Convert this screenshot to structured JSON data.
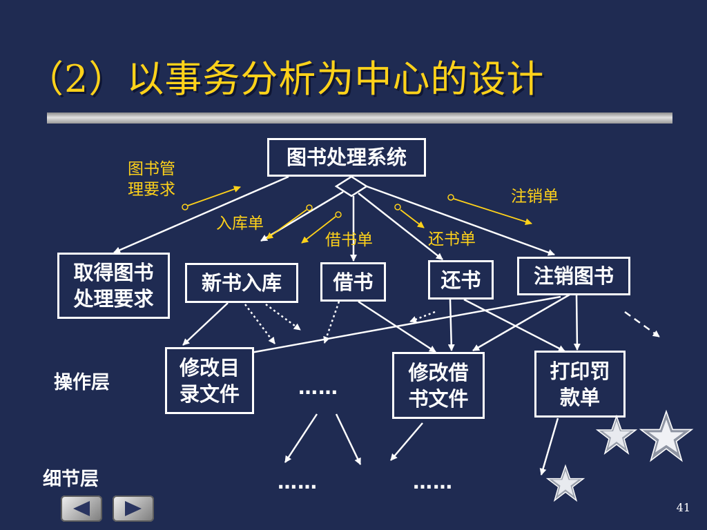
{
  "slide": {
    "title": "（2）以事务分析为中心的设计",
    "page_number": "41"
  },
  "nodes": {
    "root": "图书处理系统",
    "get_req": [
      "取得图书",
      "处理要求"
    ],
    "new_book": "新书入库",
    "borrow": "借书",
    "return": "还书",
    "cancel": "注销图书",
    "modify_catalog": [
      "修改目",
      "录文件"
    ],
    "modify_borrow": [
      "修改借",
      "书文件"
    ],
    "print_fine": [
      "打印罚",
      "款单"
    ]
  },
  "flow_labels": {
    "mgmt_req": [
      "图书管",
      "理要求"
    ],
    "in_stock": "入库单",
    "borrow_slip": "借书单",
    "return_slip": "还书单",
    "cancel_slip": "注销单"
  },
  "layers": {
    "operation": "操作层",
    "detail": "细节层"
  },
  "ellipsis": "……",
  "nav": {
    "prev_icon": "prev-slide-icon",
    "next_icon": "next-slide-icon"
  },
  "colors": {
    "background": "#1f2b52",
    "title": "#ffd21a",
    "flow_label": "#ffd21a",
    "box_text": "#ffffff"
  }
}
